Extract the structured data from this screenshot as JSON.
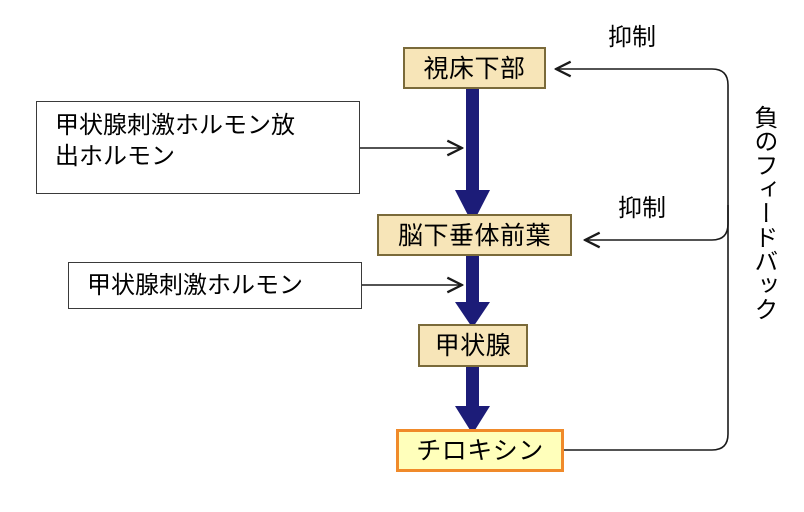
{
  "diagram": {
    "title_text": "",
    "background_color": "#ffffff",
    "nodes": [
      {
        "id": "hypothalamus",
        "label": "視床下部",
        "fill": "#f7e5b8",
        "border": "#7a6a3a",
        "highlighted": false
      },
      {
        "id": "anterior-pituitary",
        "label": "脳下垂体前葉",
        "fill": "#f7e5b8",
        "border": "#7a6a3a",
        "highlighted": false
      },
      {
        "id": "thyroid-gland",
        "label": "甲状腺",
        "fill": "#f7e5b8",
        "border": "#7a6a3a",
        "highlighted": false
      },
      {
        "id": "thyroxine",
        "label": "チロキシン",
        "fill": "#ffffbb",
        "border": "#f08a2a",
        "highlighted": true
      }
    ],
    "hormone_boxes": [
      {
        "id": "trh",
        "line1": "甲状腺刺激ホルモン放",
        "line2": "出ホルモン"
      },
      {
        "id": "tsh",
        "line1": "甲状腺刺激ホルモン",
        "line2": ""
      }
    ],
    "inhibition_labels": [
      {
        "id": "inhibition-upper",
        "label": "抑制"
      },
      {
        "id": "inhibition-lower",
        "label": "抑制"
      }
    ],
    "feedback_label": "負のフィードバック",
    "colors": {
      "flow_arrow": "#1c1c78",
      "node_fill": "#f7e5b8",
      "node_border": "#7a6a3a",
      "highlight_fill": "#ffffbb",
      "highlight_border": "#f08a2a",
      "connector_line": "#1a1a1a",
      "plain_box_border": "#3a3a3a"
    }
  }
}
